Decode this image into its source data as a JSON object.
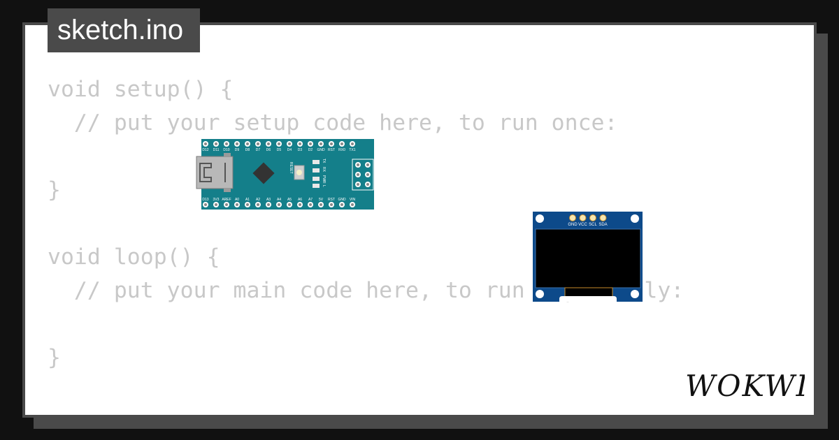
{
  "tab": {
    "title": "sketch.ino"
  },
  "code": {
    "lines": [
      "void setup() {",
      "  // put your setup code here, to run once:",
      "",
      "}",
      "",
      "void loop() {",
      "  // put your main code here, to run repeatedly:",
      "",
      "}"
    ]
  },
  "nano": {
    "top_pins": [
      "D12",
      "D11",
      "D10",
      "D9",
      "D8",
      "D7",
      "D6",
      "D5",
      "D4",
      "D3",
      "D2",
      "GND",
      "RST",
      "RX0",
      "TX1"
    ],
    "bottom_pins": [
      "D13",
      "3V3",
      "AREF",
      "A0",
      "A1",
      "A2",
      "A3",
      "A4",
      "A5",
      "A6",
      "A7",
      "5V",
      "RST",
      "GND",
      "VIN"
    ],
    "leds": [
      "TX",
      "RX",
      "PWR",
      "L"
    ],
    "reset_label": "RESET",
    "colors": {
      "board": "#147f8a",
      "chip": "#333333"
    }
  },
  "oled": {
    "pins": [
      "GND",
      "VCC",
      "SCL",
      "SDA"
    ],
    "colors": {
      "pcb": "#0d4a8a",
      "screen": "#000000"
    }
  },
  "logo": {
    "text": "WOKWI"
  },
  "colors": {
    "background": "#111111",
    "frame": "#4a4a4a",
    "code_text": "#c8c8c8"
  }
}
